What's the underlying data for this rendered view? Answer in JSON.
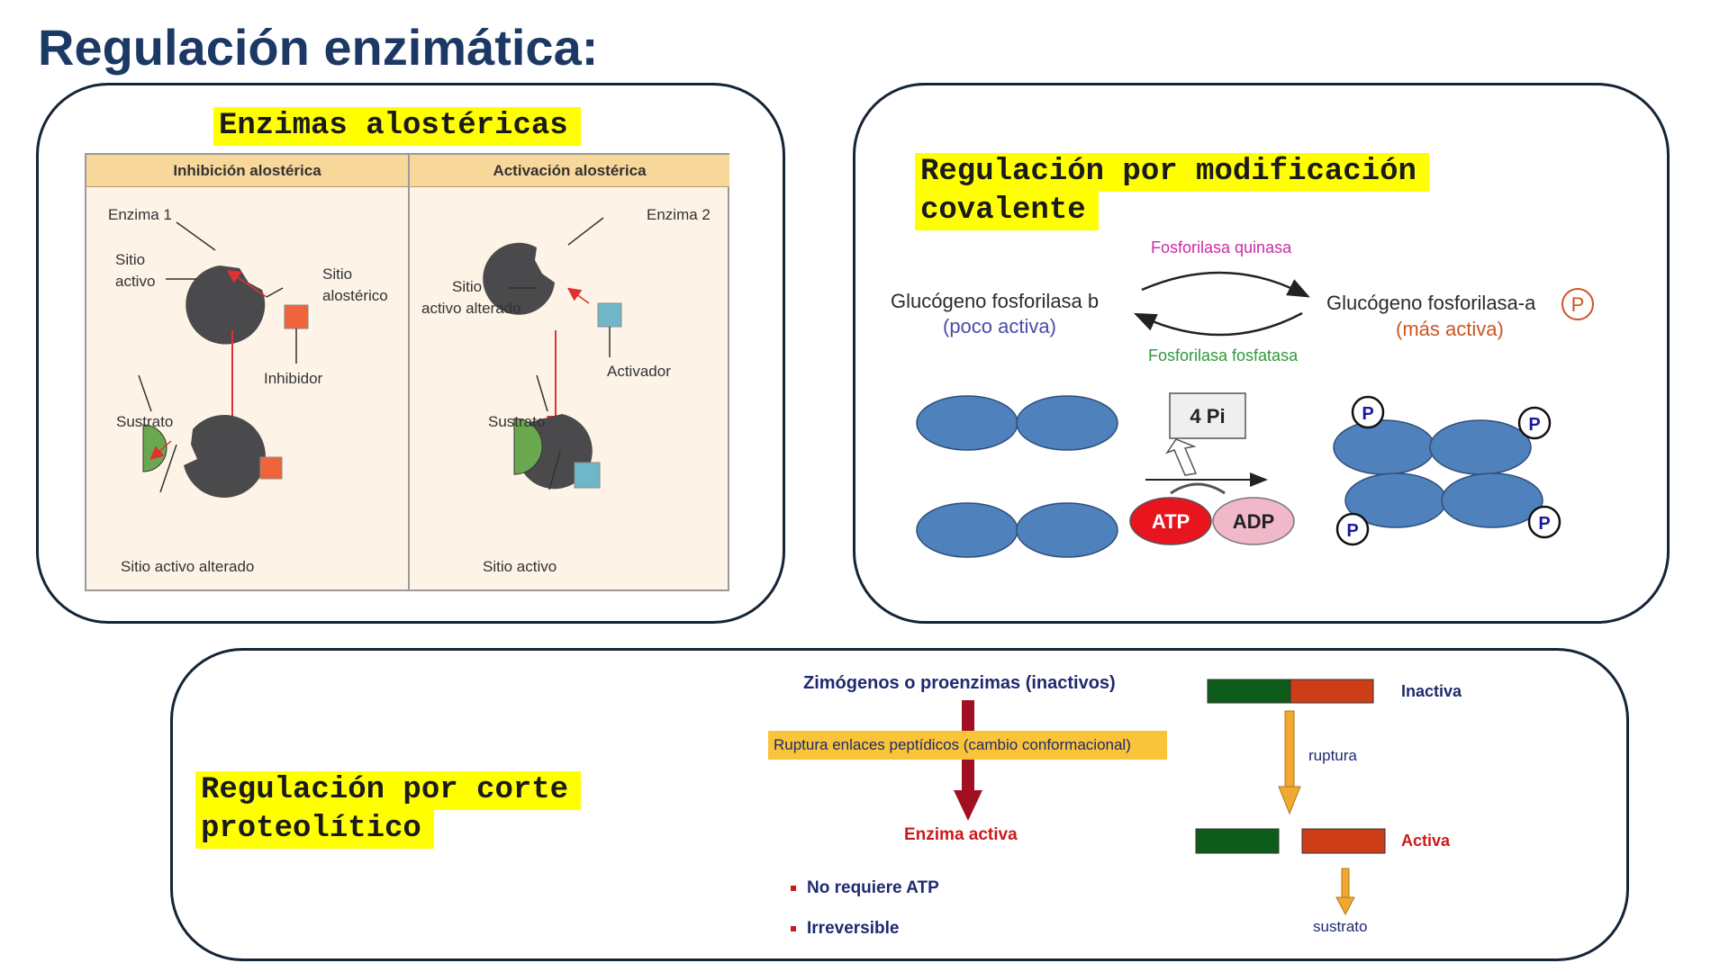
{
  "title": "Regulación enzimática:",
  "allosteric": {
    "heading": "Enzimas alostéricas",
    "inhibition_header": "Inhibición alostérica",
    "activation_header": "Activación alostérica",
    "enzyme1": "Enzima 1",
    "active_site_1": "Sitio",
    "active_site_2": "activo",
    "allosteric_site_1": "Sitio",
    "allosteric_site_2": "alostérico",
    "inhibitor": "Inhibidor",
    "substrate_left": "Sustrato",
    "altered_site_bottom": "Sitio activo alterado",
    "enzyme2": "Enzima 2",
    "altered_site_1": "Sitio",
    "altered_site_2": "activo alterado",
    "activator": "Activador",
    "substrate_right": "Sustrato",
    "active_site_bottom": "Sitio activo",
    "colors": {
      "enzyme": "#4a4a4c",
      "inhibitor": "#f0643c",
      "activator": "#6fb7c8",
      "substrate": "#6aa84f",
      "arrow": "#e03030"
    }
  },
  "covalent": {
    "heading_line1": "Regulación por modificación",
    "heading_line2": "covalente",
    "kinase": "Fosforilasa quinasa",
    "phosphatase": "Fosforilasa fosfatasa",
    "form_b": "Glucógeno fosforilasa b",
    "form_b_state": "(poco activa)",
    "form_a": "Glucógeno fosforilasa-a",
    "form_a_state": "(más activa)",
    "p_label": "P",
    "pi_box": "4 Pi",
    "atp": "ATP",
    "adp": "ADP",
    "colors": {
      "kinase": "#cc2ba5",
      "phosphatase": "#2e9a3a",
      "form_b_state": "#4a4aa8",
      "form_a_state": "#cc5522",
      "subunit": "#4f81bd",
      "atp": "#e8141e",
      "adp": "#f0b8c8",
      "p_text": "#1a1aa0"
    }
  },
  "proteolytic": {
    "heading_line1": "Regulación por corte",
    "heading_line2": "proteolítico",
    "zymogen": "Zimógenos o proenzimas (inactivos)",
    "rupture_bonds": "Ruptura enlaces peptídicos (cambio conformacional)",
    "active_enzyme": "Enzima activa",
    "bullet1": "No requiere ATP",
    "bullet2": "Irreversible",
    "inactive": "Inactiva",
    "rupture": "ruptura",
    "active": "Activa",
    "substrate": "sustrato",
    "colors": {
      "text": "#1f2a6e",
      "arrow": "#a01020",
      "highlight": "#f9c33a",
      "active_text": "#cc1a1a",
      "green": "#0e5c1a",
      "red": "#cc3d18",
      "orange_arrow": "#f0a830",
      "bullet": "#cc1a1a"
    }
  }
}
